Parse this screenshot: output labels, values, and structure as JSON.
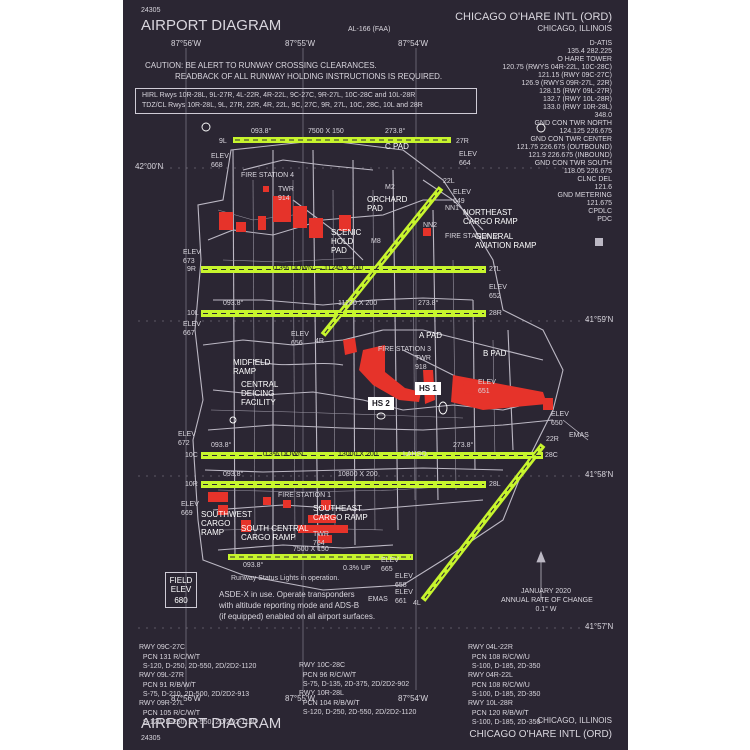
{
  "header": {
    "chart_id": "24305",
    "title": "AIRPORT DIAGRAM",
    "al_number": "AL-166 (FAA)",
    "airport_name": "CHICAGO O'HARE INTL (ORD)",
    "location": "CHICAGO, ILLINOIS"
  },
  "longitudes": [
    "87°56'W",
    "87°55'W",
    "87°54'W"
  ],
  "latitudes": [
    "42°00'N",
    "41°59'N",
    "41°58'N",
    "41°57'N"
  ],
  "caution": [
    "CAUTION: BE ALERT TO RUNWAY CROSSING CLEARANCES.",
    "READBACK OF ALL RUNWAY HOLDING INSTRUCTIONS IS REQUIRED."
  ],
  "lighting_note": [
    "HIRL Rwys 10R-28L, 9L-27R, 4L-22R, 4R-22L, 9C-27C, 9R-27L, 10C-28C and 10L-28R",
    "TDZ/CL Rwys 10R-28L, 9L, 27R, 22R, 4R, 22L, 9C, 27C, 9R, 27L, 10C, 28C, 10L and 28R"
  ],
  "frequencies": [
    "D-ATIS",
    "135.4 282.225",
    "O HARE TOWER",
    "120.75 (RWYS 04R-22L, 10C-28C)",
    "121.15 (RWY 09C-27C)",
    "126.9 (RWYS 09R-27L, 22R)",
    "128.15 (RWY 09L-27R)",
    "132.7 (RWY 10L-28R)",
    "133.0 (RWY 10R-28L)",
    "348.0",
    "GND CON TWR NORTH",
    "124.125 226.675",
    "GND CON TWR CENTER",
    "121.75 226.675 (OUTBOUND)",
    "121.9 226.675 (INBOUND)",
    "GND CON TWR SOUTH",
    "118.05 226.675",
    "CLNC DEL",
    "121.6",
    "GND METERING",
    "121.675",
    "CPDLC",
    "PDC"
  ],
  "runway_labels": {
    "r1_dims": "7500 X 150",
    "r1_hdg_w": "093.8°",
    "r1_hdg_e": "273.8°",
    "r2_dims": "0.3% DOWN — 11245 X 200",
    "r3_dims": "11260 X 200",
    "r3_hdg_w": "093.8°",
    "r3_hdg_e": "273.8°",
    "r4_dims": "13000 X 200",
    "r4_hdg_w": "093.8°",
    "r4_hdg_e": "273.8°",
    "r4_slope_w": "0.3% DOWN",
    "r4_slope_e": "0.3% UP",
    "r5_dims": "10800 X 200",
    "r5_hdg_w": "093.8°",
    "r6_dims": "7500 X 150",
    "r6_hdg_w": "093.8°",
    "r6_slope": "0.3% UP",
    "lahso": "LAHSO"
  },
  "places": {
    "c_pad": "C PAD",
    "fire_station_4": "FIRE STATION 4",
    "twr_north": "TWR\n914",
    "orchard_pad": "ORCHARD\nPAD",
    "scenic_hold_pad": "SCENIC\nHOLD\nPAD",
    "northeast_cargo": "NORTHEAST\nCARGO RAMP",
    "general_aviation": "GENERAL\nAVIATION RAMP",
    "fire_station_2": "FIRE STATION 2",
    "a_pad": "A PAD",
    "b_pad": "B PAD",
    "fire_station_3": "FIRE STATION 3",
    "twr_center": "TWR\n918",
    "midfield_ramp": "MIDFIELD\nRAMP",
    "central_deicing": "CENTRAL\nDEICING\nFACILITY",
    "hs1": "HS 1",
    "hs2": "HS 2",
    "fire_station_1": "FIRE STATION 1",
    "southwest_cargo": "SOUTHWEST\nCARGO\nRAMP",
    "south_central_cargo": "SOUTH CENTRAL\nCARGO RAMP",
    "southeast_cargo": "SOUTHEAST\nCARGO RAMP",
    "twr_south": "TWR\n764",
    "emas_e": "EMAS",
    "emas_s": "EMAS",
    "hot_m2": "M2",
    "hot_nn1": "NN1",
    "hot_m8": "M8",
    "hot_nn2": "NN2"
  },
  "elevations": {
    "nw": "ELEV\n668",
    "ne": "ELEV\n664",
    "ne2": "ELEV\n649",
    "w2": "ELEV\n673",
    "e2": "ELEV\n652",
    "w3": "ELEV\n667",
    "c3": "ELEV\n656",
    "e4": "ELEV\n651",
    "w4": "ELEV\n672",
    "e5": "ELEV\n650",
    "w6": "ELEV\n669",
    "s1": "ELEV\n658",
    "s2": "ELEV\n661",
    "sc": "ELEV\n665"
  },
  "runway_ends": {
    "r9L": "9L",
    "r27R": "27R",
    "r9R": "9R",
    "r27L": "27L",
    "r10L": "10L",
    "r28R": "28R",
    "r10C": "10C",
    "r28C": "28C",
    "r10R": "10R",
    "r28L": "28L",
    "r4R": "4R",
    "r22L": "22L",
    "r22R": "22R",
    "r4L": "4L"
  },
  "field_elev": {
    "label": "FIELD\nELEV",
    "value": "680"
  },
  "notes": [
    "Runway Status Lights in operation.",
    "ASDE-X in use. Operate transponders",
    "with altitude reporting mode and ADS-B",
    "(if equipped) enabled on all airport surfaces."
  ],
  "mag_var": {
    "date": "JANUARY 2020",
    "label": "ANNUAL RATE OF CHANGE",
    "value": "0.1° W"
  },
  "bearing_left": [
    "RWY 09C-27C",
    "  PCN 131 R/C/W/T",
    "  S-120, D-250, 2D-550, 2D/2D2-1120",
    "RWY 09L-27R",
    "  PCN 91 R/B/W/T",
    "  S-75, D-210, 2D-500, 2D/2D2-913",
    "RWY 09R-27L",
    "  PCN 105 R/C/W/T",
    "  S-120, D-250, 2D-550, 2D/2D2-1120"
  ],
  "bearing_mid": [
    "RWY 10C-28C",
    "  PCN 96 R/C/W/T",
    "  S-75, D-135, 2D-375, 2D/2D2-902",
    "RWY 10R-28L",
    "  PCN 104 R/B/W/T",
    "  S-120, D-250, 2D-550, 2D/2D2-1120"
  ],
  "bearing_right": [
    "RWY 04L-22R",
    "  PCN 108 R/C/W/U",
    "  S-100, D-185, 2D-350",
    "RWY 04R-22L",
    "  PCN 108 R/C/W/U",
    "  S-100, D-185, 2D-350",
    "RWY 10L-28R",
    "  PCN 120 R/B/W/T",
    "  S-100, D-185, 2D-350"
  ],
  "footer": {
    "title": "AIRPORT DIAGRAM",
    "chart_id": "24305",
    "location": "CHICAGO, ILLINOIS",
    "airport_name": "CHICAGO O'HARE INTL (ORD)"
  },
  "colors": {
    "background": "#2b2633",
    "runway": "#c7f52d",
    "building": "#e6332a",
    "taxiway": "#bcb8c4"
  }
}
